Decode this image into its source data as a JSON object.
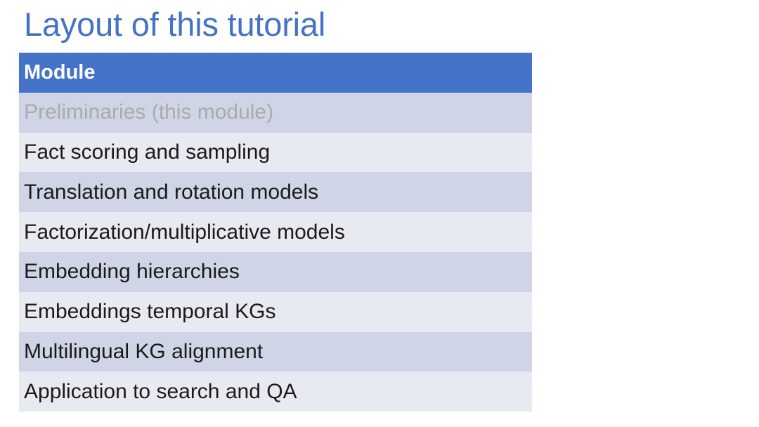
{
  "slide": {
    "title": "Layout of this tutorial",
    "title_color": "#4472C4",
    "background_color": "#FFFFFF"
  },
  "table": {
    "header_background": "#4573C8",
    "header_text_color": "#FFFFFF",
    "band_dark_color": "#CFD4E6",
    "band_light_color": "#E8EAF2",
    "muted_text_color": "#ABABAB",
    "body_text_color": "#1A1A1A",
    "columns": [
      "Module"
    ],
    "rows": [
      {
        "label": "Preliminaries (this module)",
        "state": "current",
        "band": "dark"
      },
      {
        "label": "Fact scoring and sampling",
        "state": "normal",
        "band": "light"
      },
      {
        "label": "Translation and rotation models",
        "state": "normal",
        "band": "dark"
      },
      {
        "label": "Factorization/multiplicative models",
        "state": "normal",
        "band": "light"
      },
      {
        "label": "Embedding hierarchies",
        "state": "normal",
        "band": "dark"
      },
      {
        "label": "Embeddings temporal KGs",
        "state": "normal",
        "band": "light"
      },
      {
        "label": "Multilingual KG alignment",
        "state": "normal",
        "band": "dark"
      },
      {
        "label": "Application to search and QA",
        "state": "normal",
        "band": "light"
      }
    ]
  }
}
